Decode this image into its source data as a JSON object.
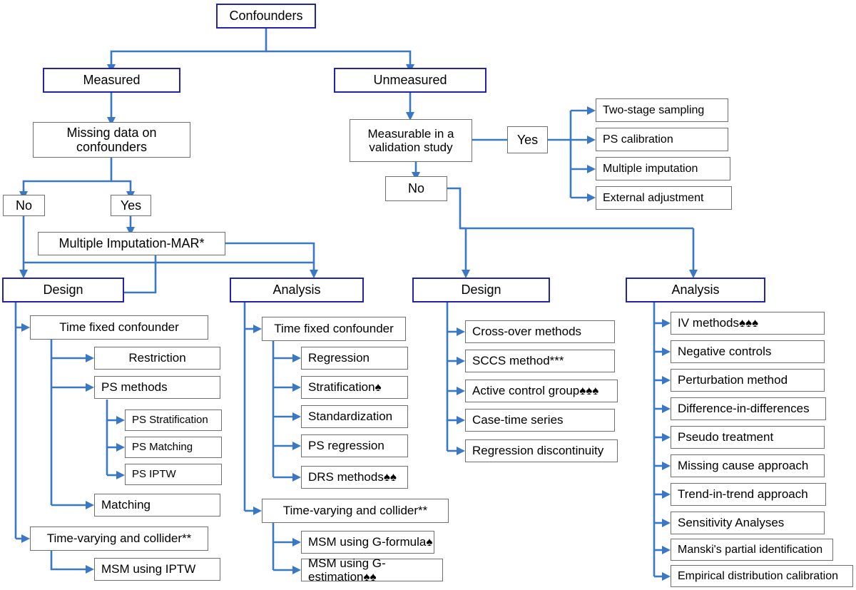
{
  "diagram": {
    "type": "flowchart",
    "title_node": "Confounders",
    "accent_colors": {
      "primary_border": "#2222AA",
      "plain_border": "#6f6f6f",
      "connector": "#3B78C4"
    },
    "nodes": {
      "root": "Confounders",
      "measured": "Measured",
      "unmeasured": "Unmeasured",
      "missing_data": "Missing data on confounders",
      "missing_data_l1": "Missing data on",
      "missing_data_l2": "confounders",
      "measurable": "Measurable in a validation study",
      "measurable_l1": "Measurable in a",
      "measurable_l2": "validation study",
      "val_yes": "Yes",
      "val_no": "No",
      "md_no": "No",
      "md_yes": "Yes",
      "mi_mar": "Multiple Imputation-MAR*",
      "design_left": "Design",
      "analysis_left": "Analysis",
      "design_right": "Design",
      "analysis_right": "Analysis"
    },
    "validation_yes_methods": [
      "Two-stage sampling",
      "PS calibration",
      "Multiple imputation",
      "External adjustment"
    ],
    "design_left_branch": {
      "time_fixed": "Time fixed confounder",
      "time_fixed_children": [
        "Restriction",
        "PS methods",
        "Matching"
      ],
      "ps_methods_children": [
        "PS Stratification",
        "PS Matching",
        "PS IPTW"
      ],
      "time_varying": "Time-varying and collider**",
      "time_varying_children": [
        "MSM using IPTW"
      ]
    },
    "analysis_left_branch": {
      "time_fixed": "Time fixed confounder",
      "time_fixed_children": [
        "Regression",
        "Stratification♠",
        "Standardization",
        "PS regression",
        "DRS methods♠♠"
      ],
      "time_varying": "Time-varying and collider**",
      "time_varying_children": [
        "MSM using G-formula♠",
        "MSM using G-estimation♠♠"
      ]
    },
    "design_right_branch": [
      "Cross-over methods",
      "SCCS method***",
      "Active control group♠♠♠",
      "Case-time series",
      "Regression discontinuity"
    ],
    "analysis_right_branch": [
      "IV methods♠♠♠",
      "Negative controls",
      "Perturbation method",
      "Difference-in-differences",
      "Pseudo treatment",
      "Missing cause approach",
      "Trend-in-trend approach",
      "Sensitivity Analyses",
      "Manski's partial identification",
      "Empirical distribution calibration"
    ]
  }
}
